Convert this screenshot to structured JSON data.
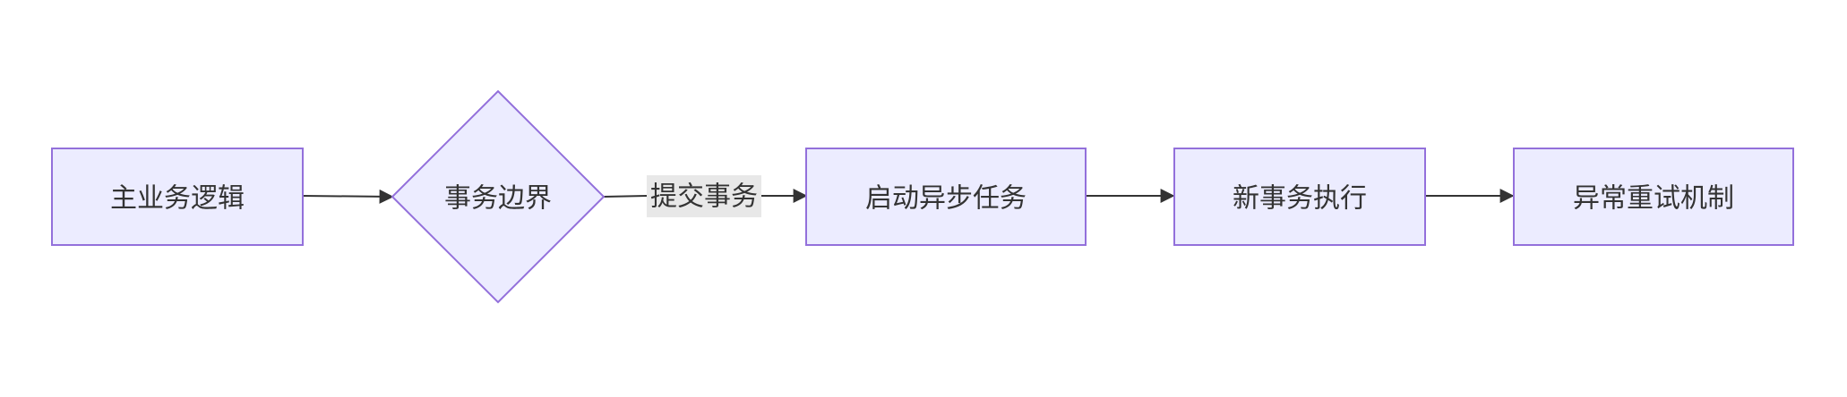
{
  "diagram": {
    "type": "flowchart",
    "direction": "left-to-right",
    "colors": {
      "node_fill": "#ececff",
      "node_stroke": "#9370db",
      "edge": "#333333",
      "label_bg": "#e8e8e8",
      "text": "#333333"
    },
    "nodes": {
      "main_logic": {
        "label": "主业务逻辑",
        "shape": "rectangle"
      },
      "tx_boundary": {
        "label": "事务边界",
        "shape": "diamond"
      },
      "start_async": {
        "label": "启动异步任务",
        "shape": "rectangle"
      },
      "new_tx": {
        "label": "新事务执行",
        "shape": "rectangle"
      },
      "retry": {
        "label": "异常重试机制",
        "shape": "rectangle"
      }
    },
    "edges": [
      {
        "from": "main_logic",
        "to": "tx_boundary",
        "label": ""
      },
      {
        "from": "tx_boundary",
        "to": "start_async",
        "label": "提交事务"
      },
      {
        "from": "start_async",
        "to": "new_tx",
        "label": ""
      },
      {
        "from": "new_tx",
        "to": "retry",
        "label": ""
      }
    ]
  }
}
